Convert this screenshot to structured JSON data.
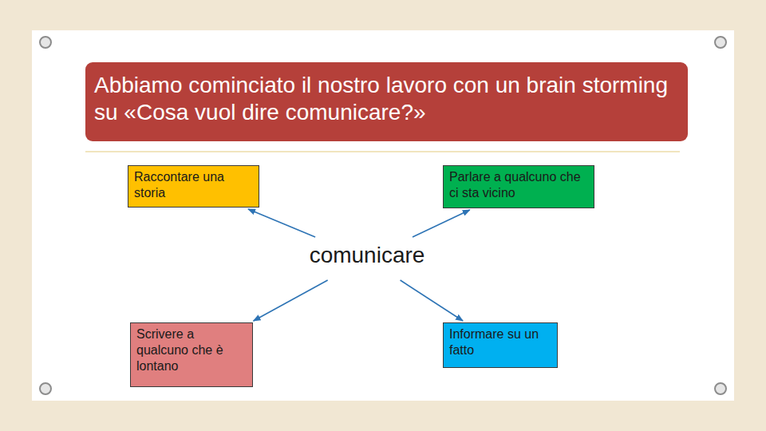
{
  "diagram": {
    "title": "Abbiamo cominciato il nostro lavoro con un brain storming su «Cosa vuol dire comunicare?»",
    "nodes": [
      {
        "text": [
          "Raccontare una storia"
        ]
      },
      {
        "text": [
          "Parlare a qualcuno che ci sta vicino"
        ]
      },
      {
        "text": [
          "comunicare"
        ]
      },
      {
        "text": [
          "Scrivere a qualcuno che è lontano"
        ]
      },
      {
        "text": [
          "Informare su un fatto"
        ]
      }
    ],
    "edges": [
      {
        "from": 2,
        "to": 0,
        "arrow": "to"
      },
      {
        "from": 2,
        "to": 1,
        "arrow": "to"
      },
      {
        "from": 2,
        "to": 3,
        "arrow": "to"
      },
      {
        "from": 2,
        "to": 4,
        "arrow": "to"
      }
    ]
  }
}
